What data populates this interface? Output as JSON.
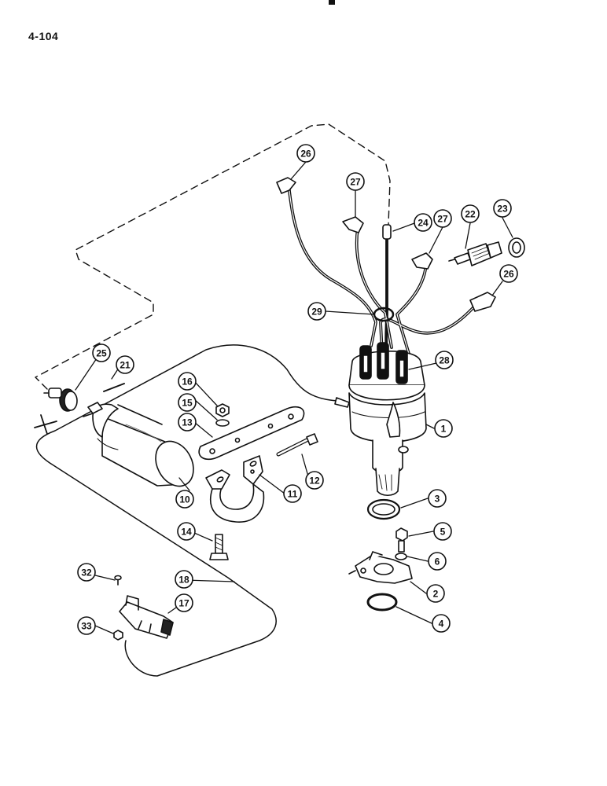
{
  "page": {
    "number": "4-104"
  },
  "callouts": [
    {
      "id": "c1",
      "label": "1"
    },
    {
      "id": "c2",
      "label": "2"
    },
    {
      "id": "c3",
      "label": "3"
    },
    {
      "id": "c4",
      "label": "4"
    },
    {
      "id": "c5",
      "label": "5"
    },
    {
      "id": "c6",
      "label": "6"
    },
    {
      "id": "c10",
      "label": "10"
    },
    {
      "id": "c11",
      "label": "11"
    },
    {
      "id": "c12",
      "label": "12"
    },
    {
      "id": "c13",
      "label": "13"
    },
    {
      "id": "c14",
      "label": "14"
    },
    {
      "id": "c15",
      "label": "15"
    },
    {
      "id": "c16",
      "label": "16"
    },
    {
      "id": "c17",
      "label": "17"
    },
    {
      "id": "c18",
      "label": "18"
    },
    {
      "id": "c21",
      "label": "21"
    },
    {
      "id": "c22",
      "label": "22"
    },
    {
      "id": "c23",
      "label": "23"
    },
    {
      "id": "c24",
      "label": "24"
    },
    {
      "id": "c25",
      "label": "25"
    },
    {
      "id": "c26a",
      "label": "26"
    },
    {
      "id": "c26b",
      "label": "26"
    },
    {
      "id": "c27a",
      "label": "27"
    },
    {
      "id": "c27b",
      "label": "27"
    },
    {
      "id": "c28",
      "label": "28"
    },
    {
      "id": "c29",
      "label": "29"
    },
    {
      "id": "c32",
      "label": "32"
    },
    {
      "id": "c33",
      "label": "33"
    }
  ]
}
